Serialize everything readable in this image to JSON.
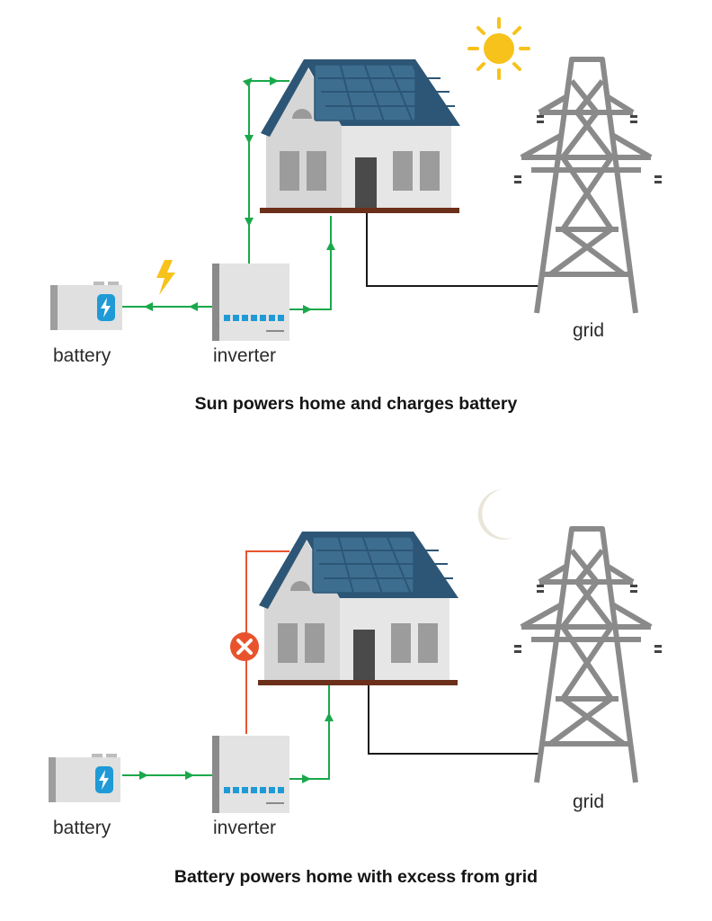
{
  "scene_top": {
    "labels": {
      "battery": "battery",
      "inverter": "inverter",
      "grid": "grid"
    },
    "caption": "Sun powers home and charges battery"
  },
  "scene_bottom": {
    "labels": {
      "battery": "battery",
      "inverter": "inverter",
      "grid": "grid"
    },
    "caption": "Battery powers home with excess from grid"
  },
  "colors": {
    "flow_green": "#1aa84b",
    "blocked_red": "#e8532e",
    "roof_panel": "#3d6e8f",
    "roof_edge": "#2d5676",
    "house_wall": "#e6e6e6",
    "tower_gray": "#8a8a8a",
    "sun_yellow": "#f7c21b",
    "moon_beige": "#e9e6d9",
    "inverter_led_blue": "#1f9ad6",
    "floor_brown": "#6b2f1a",
    "grid_wire": "#1a1a1a"
  },
  "icons": [
    "sun-icon",
    "moon-icon",
    "lightning-bolt-icon",
    "blocked-x-icon",
    "battery-icon",
    "inverter-icon",
    "house-icon",
    "solar-panel-icon",
    "power-tower-icon"
  ]
}
